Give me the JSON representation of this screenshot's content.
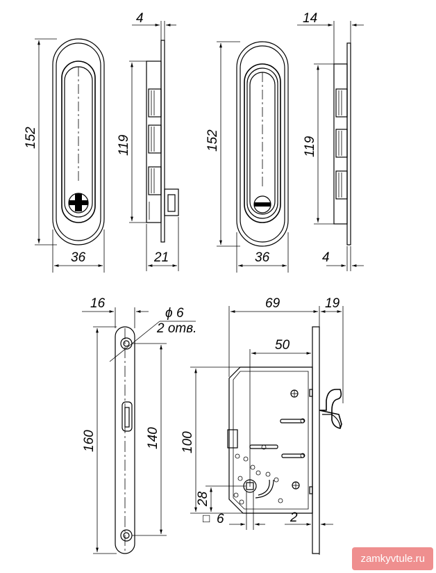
{
  "dimensions": {
    "handle1_thickness": "4",
    "handle1_height": "152",
    "handle1_width": "36",
    "handle1_bracket_height": "119",
    "handle1_depth": "21",
    "handle2_thickness": "14",
    "handle2_height": "152",
    "handle2_width": "36",
    "handle2_bracket_height": "119",
    "handle2_plate": "4",
    "strike_width": "16",
    "strike_hole_diameter": "6",
    "strike_holes_count": "2 отв.",
    "strike_height": "160",
    "strike_hole_spacing": "140",
    "lock_width": "69",
    "lock_faceplate": "19",
    "lock_backset": "50",
    "lock_height": "100",
    "lock_spindle_offset": "28",
    "lock_square": "6",
    "lock_faceplate_thickness": "2"
  },
  "symbols": {
    "diameter": "ϕ",
    "square": "□"
  },
  "watermark": "zamkyvtule.ru"
}
